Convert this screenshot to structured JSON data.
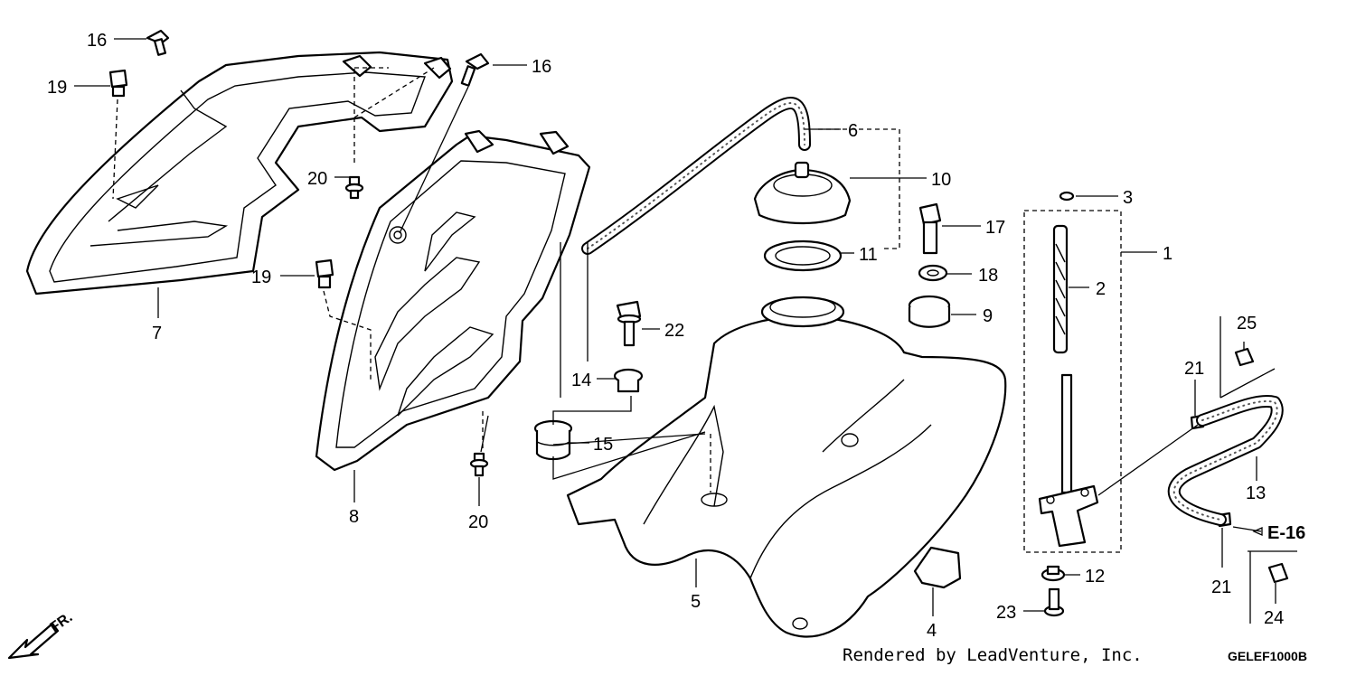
{
  "diagram": {
    "callouts": {
      "c1": "1",
      "c2": "2",
      "c3": "3",
      "c4": "4",
      "c5": "5",
      "c6": "6",
      "c7": "7",
      "c8": "8",
      "c9": "9",
      "c10": "10",
      "c11": "11",
      "c12": "12",
      "c13": "13",
      "c14": "14",
      "c15": "15",
      "c16a": "16",
      "c16b": "16",
      "c17": "17",
      "c18": "18",
      "c19a": "19",
      "c19b": "19",
      "c20a": "20",
      "c20b": "20",
      "c21a": "21",
      "c21b": "21",
      "c22": "22",
      "c23": "23",
      "c24": "24",
      "c25": "25"
    },
    "reference": "E-16",
    "front_marker": "FR.",
    "credit": "Rendered by LeadVenture, Inc.",
    "drawing_code": "GELEF1000B"
  }
}
